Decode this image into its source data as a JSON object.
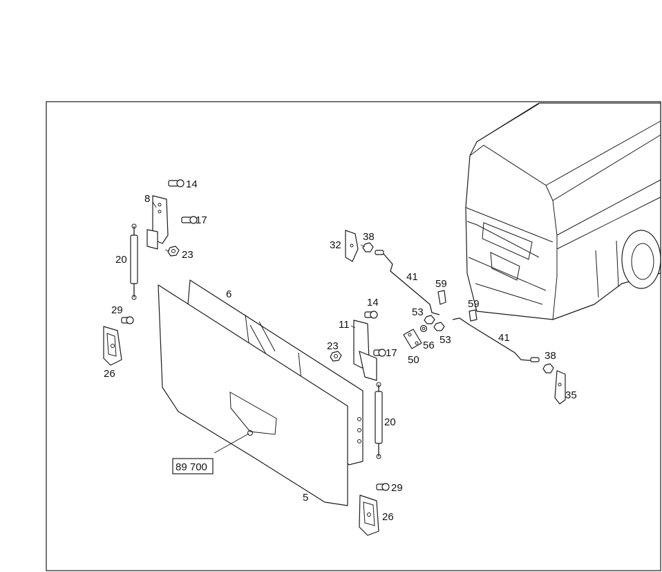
{
  "reference": "89 700",
  "callouts": {
    "c5": "5",
    "c6": "6",
    "c8": "8",
    "c11": "11",
    "c14a": "14",
    "c14b": "14",
    "c17a": "17",
    "c17b": "17",
    "c20a": "20",
    "c20b": "20",
    "c23a": "23",
    "c23b": "23",
    "c26a": "26",
    "c26b": "26",
    "c29a": "29",
    "c29b": "29",
    "c32": "32",
    "c35": "35",
    "c38a": "38",
    "c38b": "38",
    "c41a": "41",
    "c41b": "41",
    "c50": "50",
    "c53a": "53",
    "c53b": "53",
    "c56": "56",
    "c59a": "59",
    "c59b": "59"
  },
  "colors": {
    "line": "#1a1a1a",
    "background": "#ffffff"
  }
}
